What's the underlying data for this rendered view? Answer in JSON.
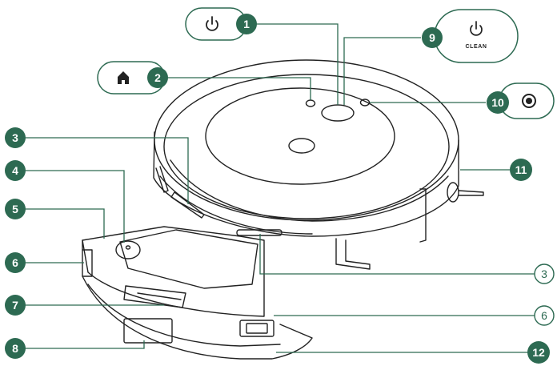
{
  "colors": {
    "accent": "#2d6a52",
    "ink": "#222222",
    "background": "#ffffff"
  },
  "icons": {
    "power": "power-icon",
    "home": "home-icon",
    "clean": "power-icon",
    "spot": "spot-clean-icon"
  },
  "buttons": {
    "clean_label": "CLEAN"
  },
  "callouts": [
    {
      "id": "c1",
      "number": "1",
      "style": "filled"
    },
    {
      "id": "c2",
      "number": "2",
      "style": "filled"
    },
    {
      "id": "c3a",
      "number": "3",
      "style": "filled"
    },
    {
      "id": "c4",
      "number": "4",
      "style": "filled"
    },
    {
      "id": "c5",
      "number": "5",
      "style": "filled"
    },
    {
      "id": "c6a",
      "number": "6",
      "style": "filled"
    },
    {
      "id": "c7",
      "number": "7",
      "style": "filled"
    },
    {
      "id": "c8",
      "number": "8",
      "style": "filled"
    },
    {
      "id": "c9",
      "number": "9",
      "style": "filled"
    },
    {
      "id": "c10",
      "number": "10",
      "style": "filled"
    },
    {
      "id": "c11",
      "number": "11",
      "style": "filled"
    },
    {
      "id": "c3b",
      "number": "3",
      "style": "outline"
    },
    {
      "id": "c6b",
      "number": "6",
      "style": "outline"
    },
    {
      "id": "c12",
      "number": "12",
      "style": "filled"
    }
  ]
}
